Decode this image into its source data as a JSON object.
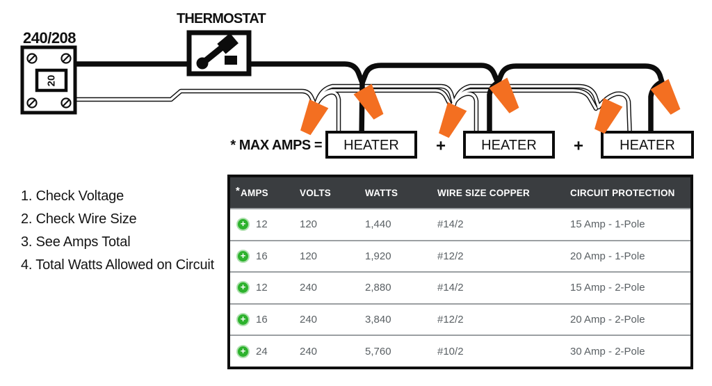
{
  "diagram": {
    "breaker_label": "240/208",
    "breaker_value": "20",
    "thermostat_label": "THERMOSTAT",
    "max_amps_label": "* MAX AMPS =",
    "plus_sign": "+",
    "heaters": {
      "0": "HEATER",
      "1": "HEATER",
      "2": "HEATER"
    },
    "wire_nut_color": "#F36F21"
  },
  "instructions": {
    "0": "1. Check Voltage",
    "1": "2. Check Wire Size",
    "2": "3. See Amps Total",
    "3": "4. Total Watts Allowed on Circuit"
  },
  "table": {
    "header_asterisk": "*",
    "headers": {
      "0": "AMPS",
      "1": "VOLTS",
      "2": "WATTS",
      "3": "WIRE SIZE COPPER",
      "4": "CIRCUIT PROTECTION"
    },
    "add_icon": "+",
    "rows": {
      "0": {
        "amps": "12",
        "volts": "120",
        "watts": "1,440",
        "wire": "#14/2",
        "protection": "15 Amp - 1-Pole"
      },
      "1": {
        "amps": "16",
        "volts": "120",
        "watts": "1,920",
        "wire": "#12/2",
        "protection": "20 Amp - 1-Pole"
      },
      "2": {
        "amps": "12",
        "volts": "240",
        "watts": "2,880",
        "wire": "#14/2",
        "protection": "15 Amp - 2-Pole"
      },
      "3": {
        "amps": "16",
        "volts": "240",
        "watts": "3,840",
        "wire": "#12/2",
        "protection": "20 Amp - 2-Pole"
      },
      "4": {
        "amps": "24",
        "volts": "240",
        "watts": "5,760",
        "wire": "#10/2",
        "protection": "30 Amp - 2-Pole"
      }
    },
    "colors": {
      "header_bg": "#3a3d40",
      "row_text": "#5a6064",
      "divider": "#9b9fa2",
      "add_green": "#2db22d"
    }
  }
}
